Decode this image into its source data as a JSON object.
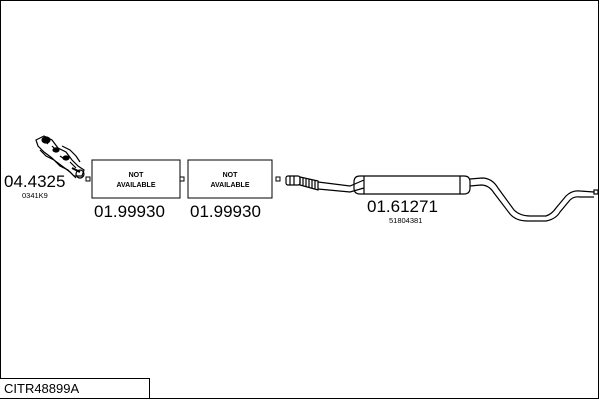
{
  "parts": [
    {
      "number": "04.4325",
      "ref": "0341K9"
    },
    {
      "number": "01.99930",
      "note_line1": "NOT",
      "note_line2": "AVAILABLE"
    },
    {
      "number": "01.99930",
      "note_line1": "NOT",
      "note_line2": "AVAILABLE"
    },
    {
      "number": "01.61271",
      "ref": "51804381"
    }
  ],
  "footer": {
    "code": "CITR48899A"
  }
}
